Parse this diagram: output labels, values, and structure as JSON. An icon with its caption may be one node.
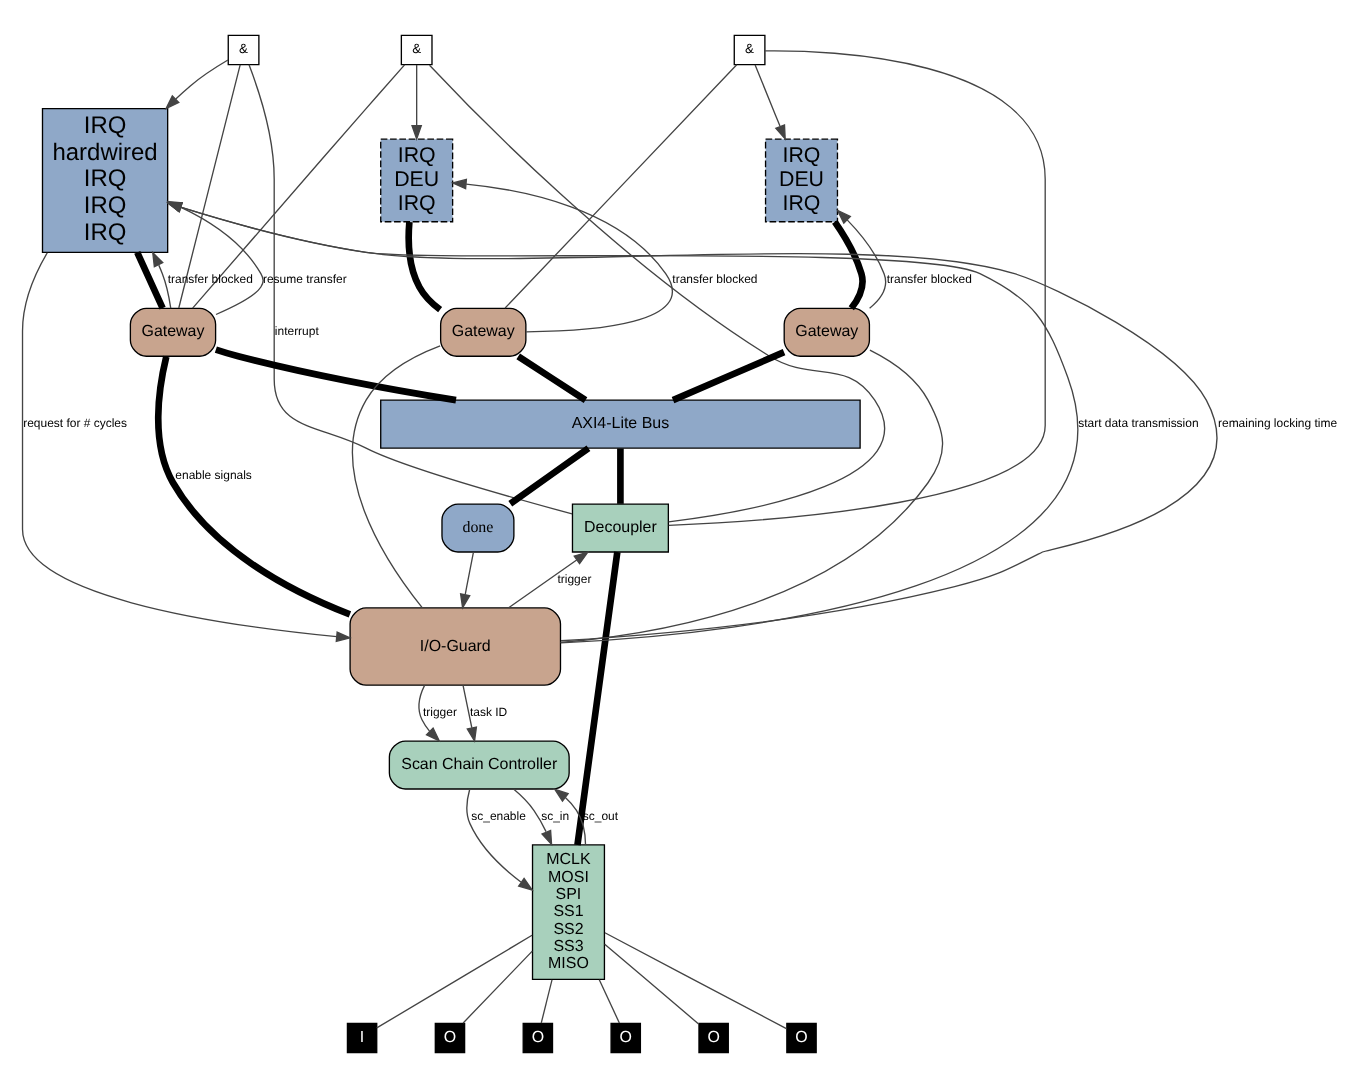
{
  "diagram": {
    "nodes": [
      {
        "text": [
          "IRQ",
          "hardwired",
          "IRQ",
          "IRQ",
          "IRQ"
        ]
      },
      {
        "text": [
          "&"
        ]
      },
      {
        "text": [
          "&"
        ]
      },
      {
        "text": [
          "IRQ",
          "DEU",
          "IRQ"
        ]
      },
      {
        "text": [
          "&"
        ]
      },
      {
        "text": [
          "IRQ",
          "DEU",
          "IRQ"
        ]
      },
      {
        "text": [
          "Gateway"
        ]
      },
      {
        "text": [
          "Gateway"
        ]
      },
      {
        "text": [
          "Gateway"
        ]
      },
      {
        "text": [
          "AXI4-Lite Bus"
        ]
      },
      {
        "text": [
          "done"
        ]
      },
      {
        "text": [
          "Decoupler"
        ]
      },
      {
        "text": [
          "I/O-Guard"
        ]
      },
      {
        "text": [
          "Scan Chain Controller"
        ]
      },
      {
        "text": [
          "MCLK",
          "MOSI",
          "SPI",
          "SS1",
          "SS2",
          "SS3",
          "MISO"
        ]
      },
      {
        "text": [
          "O"
        ]
      },
      {
        "text": [
          "O"
        ]
      },
      {
        "text": [
          "O"
        ]
      },
      {
        "text": [
          "O"
        ]
      },
      {
        "text": [
          "O"
        ]
      },
      {
        "text": [
          "I"
        ]
      }
    ],
    "edges": [
      {
        "from": 1,
        "to": 0,
        "arrow": "to"
      },
      {
        "from": 2,
        "to": 3,
        "arrow": "to"
      },
      {
        "from": 4,
        "to": 5,
        "arrow": "to"
      },
      {
        "from": 6,
        "to": 1,
        "arrow": "none"
      },
      {
        "from": 6,
        "to": 2,
        "arrow": "none"
      },
      {
        "from": 7,
        "to": 4,
        "arrow": "none"
      },
      {
        "from": 11,
        "to": 1,
        "label": "interrupt",
        "arrow": "none"
      },
      {
        "from": 11,
        "to": 2,
        "arrow": "none"
      },
      {
        "from": 11,
        "to": 4,
        "arrow": "none"
      },
      {
        "from": 0,
        "to": 12,
        "label": "request for # cycles",
        "arrow": "to"
      },
      {
        "from": 12,
        "to": 0,
        "label": "start data transmission",
        "arrow": "to"
      },
      {
        "from": 12,
        "to": 0,
        "label": "remaining locking time",
        "arrow": "to"
      },
      {
        "from": 12,
        "to": 6,
        "label": "enable signals",
        "arrow": "none",
        "style": "thick"
      },
      {
        "from": 12,
        "to": 7,
        "arrow": "none"
      },
      {
        "from": 12,
        "to": 8,
        "arrow": "none"
      },
      {
        "from": 6,
        "to": 0,
        "label": "transfer blocked",
        "arrow": "to"
      },
      {
        "from": 6,
        "to": 0,
        "label": "resume transfer",
        "arrow": "to"
      },
      {
        "from": 0,
        "to": 6,
        "arrow": "none",
        "style": "thick"
      },
      {
        "from": 3,
        "to": 7,
        "arrow": "none",
        "style": "thick"
      },
      {
        "from": 5,
        "to": 8,
        "arrow": "none",
        "style": "thick"
      },
      {
        "from": 7,
        "to": 3,
        "label": "transfer blocked",
        "arrow": "to"
      },
      {
        "from": 8,
        "to": 5,
        "label": "transfer blocked",
        "arrow": "to"
      },
      {
        "from": 6,
        "to": 9,
        "arrow": "none",
        "style": "thick"
      },
      {
        "from": 7,
        "to": 9,
        "arrow": "none",
        "style": "thick"
      },
      {
        "from": 8,
        "to": 9,
        "arrow": "none",
        "style": "thick"
      },
      {
        "from": 9,
        "to": 10,
        "arrow": "none",
        "style": "thick"
      },
      {
        "from": 9,
        "to": 11,
        "arrow": "none",
        "style": "thick"
      },
      {
        "from": 10,
        "to": 12,
        "arrow": "to"
      },
      {
        "from": 12,
        "to": 11,
        "label": "trigger",
        "arrow": "to"
      },
      {
        "from": 12,
        "to": 13,
        "label": "trigger",
        "arrow": "to"
      },
      {
        "from": 12,
        "to": 13,
        "label": "task ID",
        "arrow": "to"
      },
      {
        "from": 11,
        "to": 14,
        "arrow": "none",
        "style": "thick"
      },
      {
        "from": 13,
        "to": 14,
        "label": "sc_in",
        "arrow": "to"
      },
      {
        "from": 13,
        "to": 14,
        "label": "sc_enable",
        "arrow": "to"
      },
      {
        "from": 14,
        "to": 13,
        "label": "sc_out",
        "arrow": "to"
      },
      {
        "from": 14,
        "to": 15,
        "arrow": "none"
      },
      {
        "from": 14,
        "to": 16,
        "arrow": "none"
      },
      {
        "from": 14,
        "to": 17,
        "arrow": "none"
      },
      {
        "from": 14,
        "to": 18,
        "arrow": "none"
      },
      {
        "from": 14,
        "to": 19,
        "arrow": "none"
      },
      {
        "from": 20,
        "to": 14,
        "arrow": "none"
      }
    ]
  }
}
